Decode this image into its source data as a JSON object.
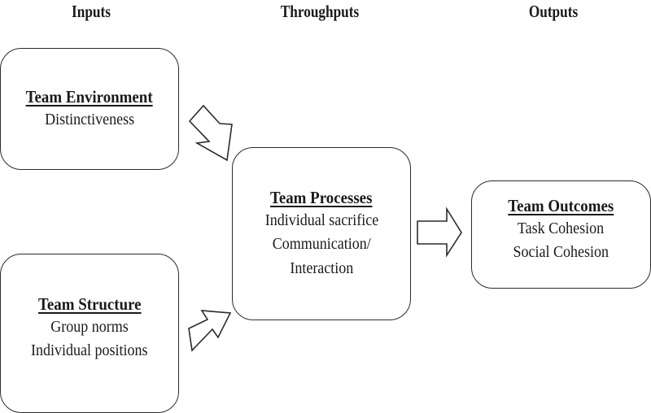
{
  "columns": {
    "inputs": "Inputs",
    "throughputs": "Throughputs",
    "outputs": "Outputs"
  },
  "boxes": {
    "team_environment": {
      "title": "Team Environment",
      "lines": [
        "Distinctiveness"
      ]
    },
    "team_structure": {
      "title": "Team Structure",
      "lines": [
        "Group norms",
        "Individual positions"
      ]
    },
    "team_processes": {
      "title": "Team Processes",
      "lines": [
        "Individual sacrifice",
        "Communication/",
        "Interaction"
      ]
    },
    "team_outcomes": {
      "title": "Team Outcomes",
      "lines": [
        "Task Cohesion",
        "Social Cohesion"
      ]
    }
  },
  "colors": {
    "stroke": "#2b2b2b",
    "text": "#1a1a1a",
    "background": "#ffffff"
  },
  "arrows": [
    {
      "from": "team_environment",
      "to": "team_processes",
      "style": "hollow-block"
    },
    {
      "from": "team_structure",
      "to": "team_processes",
      "style": "hollow-block"
    },
    {
      "from": "team_processes",
      "to": "team_outcomes",
      "style": "hollow-block"
    }
  ]
}
